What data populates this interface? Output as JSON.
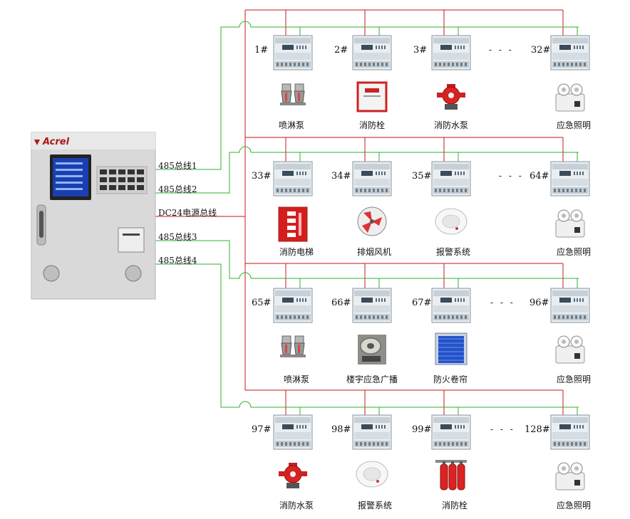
{
  "cabinet": {
    "brand": "Acrel"
  },
  "bus_labels": [
    "485总线1",
    "485总线2",
    "DC24电源总线",
    "485总线3",
    "485总线4"
  ],
  "rows": [
    {
      "modules": [
        {
          "id": "1#",
          "device": "喷淋泵",
          "icon": "sprinkler-icon"
        },
        {
          "id": "2#",
          "device": "消防栓",
          "icon": "hydrant-box-icon"
        },
        {
          "id": "3#",
          "device": "消防水泵",
          "icon": "fire-pump-icon"
        },
        {
          "id": "32#",
          "device": "应急照明",
          "icon": "emergency-light-icon"
        }
      ],
      "ellipsis": "- - -"
    },
    {
      "modules": [
        {
          "id": "33#",
          "device": "消防电梯",
          "icon": "fire-elevator-sign-icon"
        },
        {
          "id": "34#",
          "device": "排烟风机",
          "icon": "smoke-fan-icon"
        },
        {
          "id": "35#",
          "device": "报警系统",
          "icon": "smoke-detector-icon"
        },
        {
          "id": "64#",
          "device": "应急照明",
          "icon": "emergency-light-icon"
        }
      ],
      "ellipsis": "- - -"
    },
    {
      "modules": [
        {
          "id": "65#",
          "device": "喷淋泵",
          "icon": "sprinkler-icon"
        },
        {
          "id": "66#",
          "device": "楼宇应急广播",
          "icon": "broadcast-speaker-icon"
        },
        {
          "id": "67#",
          "device": "防火卷帘",
          "icon": "fire-shutter-icon"
        },
        {
          "id": "96#",
          "device": "应急照明",
          "icon": "emergency-light-icon"
        }
      ],
      "ellipsis": "- - -"
    },
    {
      "modules": [
        {
          "id": "97#",
          "device": "消防水泵",
          "icon": "fire-pump-icon"
        },
        {
          "id": "98#",
          "device": "报警系统",
          "icon": "smoke-detector-icon"
        },
        {
          "id": "99#",
          "device": "消防栓",
          "icon": "gas-cylinders-icon"
        },
        {
          "id": "128#",
          "device": "应急照明",
          "icon": "emergency-light-icon"
        }
      ],
      "ellipsis": "- - -"
    }
  ],
  "colors": {
    "bus_485": "#2fb12f",
    "bus_dc24": "#c41a1a",
    "cabinet": "#dcdcdc",
    "screen": "#1a3fae"
  }
}
